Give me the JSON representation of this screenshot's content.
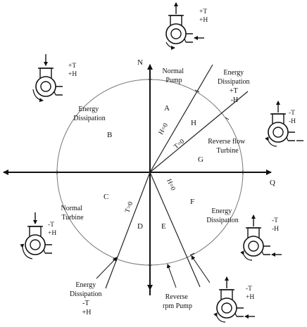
{
  "axes": {
    "north_label": "N",
    "q_label": "Q"
  },
  "lines": {
    "h_zero_upper": "H=0",
    "t_zero_upper": "T=0",
    "t_zero_lower": "T=0",
    "h_zero_lower": "H=0"
  },
  "zones": {
    "a": "A",
    "b": "B",
    "c": "C",
    "d": "D",
    "e": "E",
    "f": "F",
    "g": "G",
    "h": "H"
  },
  "regions": {
    "normal_pump": [
      "Normal",
      "Pump"
    ],
    "energy_dissipation_top_right": [
      "Energy",
      "Dissipation"
    ],
    "energy_dissipation_top_right_signs": [
      "+T",
      "-H"
    ],
    "energy_dissipation_left": [
      "Energy",
      "Dissipation"
    ],
    "reverse_flow_turbine": [
      "Reverse flow",
      "Turbine"
    ],
    "normal_turbine": [
      "Normal",
      "Turbine"
    ],
    "energy_dissipation_right": [
      "Energy",
      "Dissipation"
    ],
    "energy_dissipation_bottom_left": [
      "Energy",
      "Dissipation"
    ],
    "energy_dissipation_bottom_left_signs": [
      "-T",
      "+H"
    ],
    "reverse_rpm_pump": [
      "Reverse",
      "rpm Pump"
    ]
  },
  "pump_icons": [
    {
      "name": "top-pump",
      "signs": [
        "+T",
        "+H"
      ]
    },
    {
      "name": "upper-left-pump",
      "signs": [
        "+T",
        "+H"
      ]
    },
    {
      "name": "right-pump",
      "signs": [
        "-T",
        "-H"
      ]
    },
    {
      "name": "lower-left-pump",
      "signs": [
        "-T",
        "+H"
      ]
    },
    {
      "name": "lower-right-pump",
      "signs": [
        "-T",
        "-H"
      ]
    },
    {
      "name": "bottom-pump",
      "signs": [
        "-T",
        "+H"
      ]
    }
  ]
}
